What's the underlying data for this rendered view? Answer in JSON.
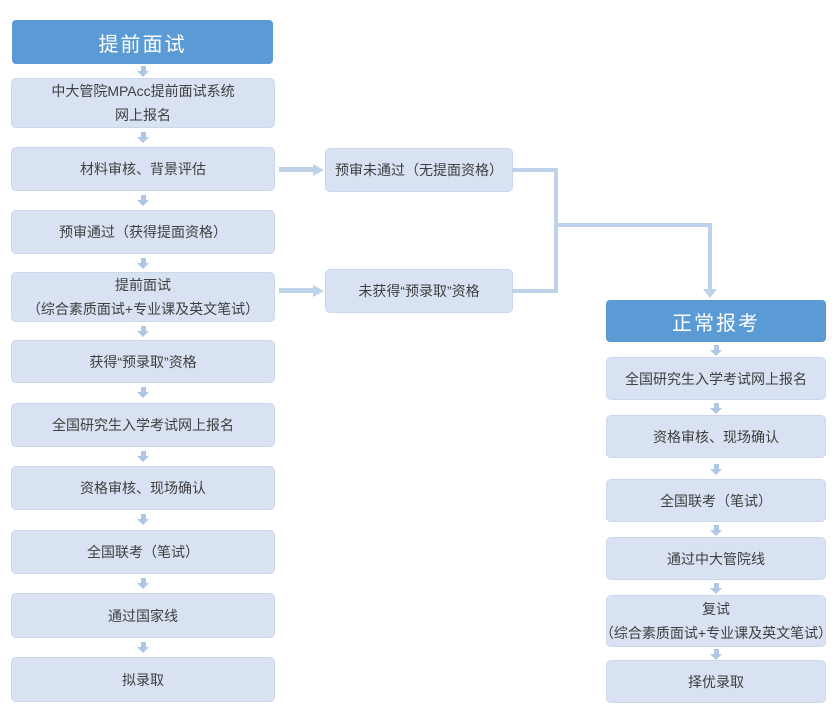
{
  "colors": {
    "header_bg": "#5b9bd5",
    "header_text": "#ffffff",
    "box_bg": "#d9e2f2",
    "box_border": "#cbd8ec",
    "small_arrow": "#b0c6e5",
    "connector": "#bdd3ea",
    "text": "#3f3f3f"
  },
  "left_flow": {
    "header": "提前面试",
    "steps": [
      {
        "line1": "中大管院MPAcc提前面试系统",
        "line2": "网上报名"
      },
      {
        "line1": "材料审核、背景评估"
      },
      {
        "line1": "预审通过（获得提面资格）"
      },
      {
        "line1": "提前面试",
        "line2": "（综合素质面试+专业课及英文笔试）"
      },
      {
        "line1": "获得“预录取”资格"
      },
      {
        "line1": "全国研究生入学考试网上报名"
      },
      {
        "line1": "资格审核、现场确认"
      },
      {
        "line1": "全国联考（笔试）"
      },
      {
        "line1": "通过国家线"
      },
      {
        "line1": "拟录取"
      }
    ]
  },
  "branches": {
    "fail_preliminary": "预审未通过（无提面资格）",
    "no_preadmission": "未获得“预录取”资格"
  },
  "right_flow": {
    "header": "正常报考",
    "steps": [
      {
        "line1": "全国研究生入学考试网上报名"
      },
      {
        "line1": "资格审核、现场确认"
      },
      {
        "line1": "全国联考（笔试）"
      },
      {
        "line1": "通过中大管院线"
      },
      {
        "line1": "复试",
        "line2": "（综合素质面试+专业课及英文笔试）"
      },
      {
        "line1": "择优录取"
      }
    ]
  }
}
